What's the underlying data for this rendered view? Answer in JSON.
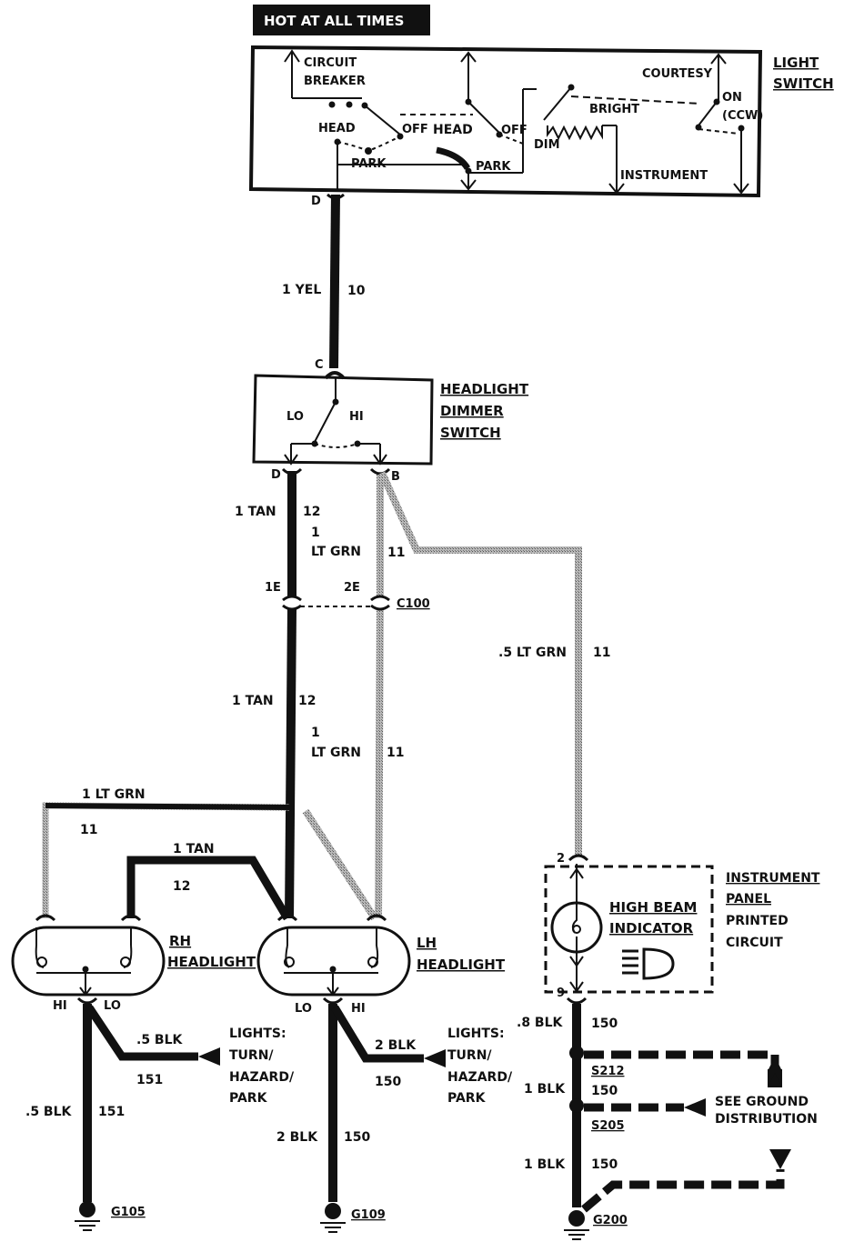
{
  "banner": "HOT AT ALL TIMES",
  "light_switch": {
    "title_line1": "LIGHT",
    "title_line2": "SWITCH",
    "circuit_breaker_1": "CIRCUIT",
    "circuit_breaker_2": "BREAKER",
    "head_1": "HEAD",
    "off_1": "OFF",
    "park_1": "PARK",
    "head_2": "HEAD",
    "off_2": "OFF",
    "park_2": "PARK",
    "courtesy": "COURTESY",
    "on": "ON",
    "ccw": "(CCW)",
    "bright": "BRIGHT",
    "dim": "DIM",
    "instrument": "INSTRUMENT",
    "terminal_d": "D"
  },
  "wire_yel": {
    "label": "1 YEL",
    "circuit": "10"
  },
  "dimmer": {
    "title_line1": "HEADLIGHT",
    "title_line2": "DIMMER",
    "title_line3": "SWITCH",
    "terminal_c": "C",
    "lo": "LO",
    "hi": "HI",
    "terminal_d": "D",
    "terminal_b": "B"
  },
  "wires_upper": {
    "tan_label": "1 TAN",
    "tan_circuit": "12",
    "ltgrn_line1": "1",
    "ltgrn_line2": "LT GRN",
    "ltgrn_circuit": "11"
  },
  "connector": {
    "pin_1e": "1E",
    "pin_2e": "2E",
    "name": "C100"
  },
  "wire_indicator": {
    "label": ".5 LT GRN",
    "circuit": "11"
  },
  "wires_lower": {
    "tan_label": "1 TAN",
    "tan_circuit": "12",
    "ltgrn_line1": "1",
    "ltgrn_line2": "LT GRN",
    "ltgrn_circuit": "11"
  },
  "cross_ltgrn": {
    "label": "1 LT GRN",
    "circuit": "11"
  },
  "cross_tan": {
    "label": "1 TAN",
    "circuit": "12"
  },
  "rh_headlight": {
    "title_line1": "RH",
    "title_line2": "HEADLIGHT",
    "hi": "HI",
    "lo": "LO",
    "feed_label": ".5 BLK",
    "feed_circuit": "151",
    "lights_1": "LIGHTS:",
    "lights_2": "TURN/",
    "lights_3": "HAZARD/",
    "lights_4": "PARK",
    "ground_label": ".5 BLK",
    "ground_circuit": "151",
    "ground_name": "G105"
  },
  "lh_headlight": {
    "title_line1": "LH",
    "title_line2": "HEADLIGHT",
    "lo": "LO",
    "hi": "HI",
    "feed_label": "2 BLK",
    "feed_circuit": "150",
    "lights_1": "LIGHTS:",
    "lights_2": "TURN/",
    "lights_3": "HAZARD/",
    "lights_4": "PARK",
    "ground_label": "2 BLK",
    "ground_circuit": "150",
    "ground_name": "G109"
  },
  "instrument_panel": {
    "title_line1": "INSTRUMENT",
    "title_line2": "PANEL",
    "title_line3": "PRINTED",
    "title_line4": "CIRCUIT",
    "pin_top": "2",
    "pin_bottom": "9",
    "indicator_1": "HIGH BEAM",
    "indicator_2": "INDICATOR"
  },
  "ground_path": {
    "wire1_label": ".8 BLK",
    "wire1_circuit": "150",
    "splice1": "S212",
    "wire2_label": "1 BLK",
    "wire2_circuit": "150",
    "see_ground_1": "SEE GROUND",
    "see_ground_2": "DISTRIBUTION",
    "splice2": "S205",
    "wire3_label": "1 BLK",
    "wire3_circuit": "150",
    "ground_name": "G200"
  }
}
